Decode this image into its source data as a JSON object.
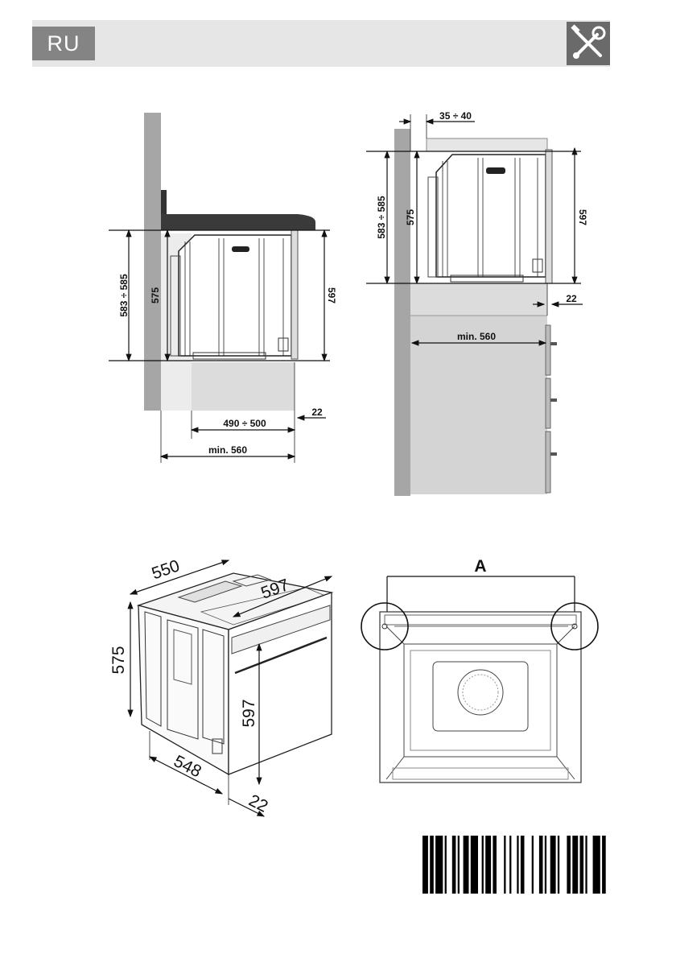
{
  "header": {
    "language_code": "RU",
    "tools_icon": "wrench-screwdriver-icon",
    "bar_color": "#e6e6e6",
    "badge_color": "#848484"
  },
  "diagram_left": {
    "height_range": "583 ÷ 585",
    "oven_height": "575",
    "front_height": "597",
    "depth_range": "490 ÷ 500",
    "door_gap": "22",
    "min_depth": "min. 560"
  },
  "diagram_right": {
    "top_gap": "35 ÷ 40",
    "height_range": "583 ÷ 585",
    "oven_height": "575",
    "front_height": "597",
    "door_gap": "22",
    "min_depth": "min. 560"
  },
  "diagram_iso": {
    "depth": "550",
    "width": "597",
    "height": "575",
    "front_height": "597",
    "body_depth": "548",
    "door_depth": "22"
  },
  "diagram_front": {
    "label": "A"
  }
}
